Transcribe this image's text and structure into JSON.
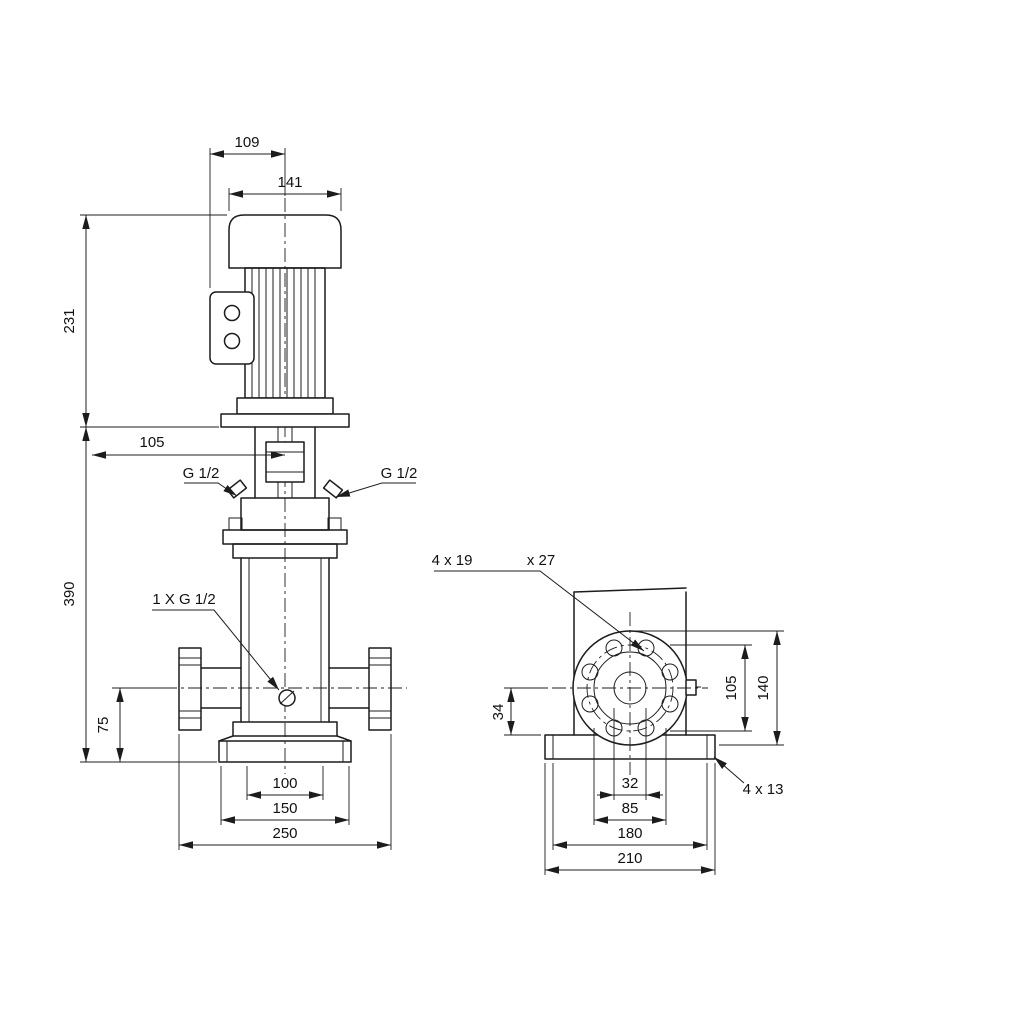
{
  "front": {
    "d109": "109",
    "d141": "141",
    "d231": "231",
    "d105": "105",
    "d390": "390",
    "d75": "75",
    "g12_left": "G 1/2",
    "g12_right": "G 1/2",
    "drain": "1 X G 1/2",
    "d100": "100",
    "d150": "150",
    "d250": "250"
  },
  "side": {
    "holes": "4 x 19",
    "cbore": "x 27",
    "d34": "34",
    "d105": "105",
    "d140": "140",
    "d32": "32",
    "d85": "85",
    "d180": "180",
    "d210": "210",
    "base_holes": "4 x 13"
  }
}
